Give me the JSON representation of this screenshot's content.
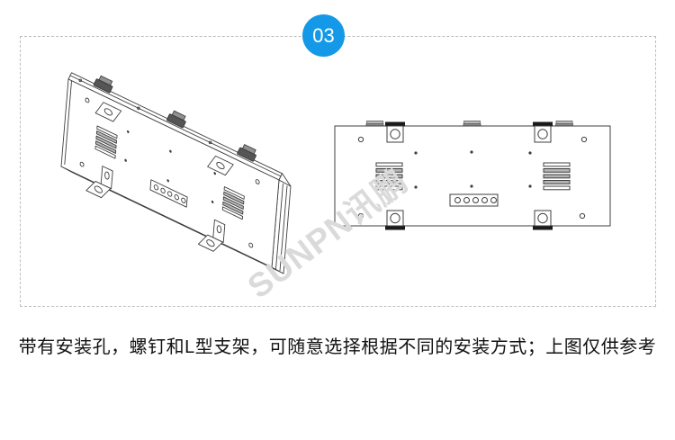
{
  "section": {
    "badge": {
      "number": "03",
      "bg_color": "#1499e8",
      "text_color": "#ffffff"
    },
    "border_color": "#bdbdbd"
  },
  "watermark": {
    "text": "SUNPN讯鹏",
    "color": "#dadada"
  },
  "caption": {
    "text": "带有安装孔，螺钉和L型支架，可随意选择根据不同的安装方式；上图仅供参考"
  },
  "drawings": {
    "line_color": "#3f3f3f",
    "perspective_view": {
      "label": "panel-rear-perspective-view",
      "rail_hooks": 3,
      "l_brackets": 4,
      "vent_grilles": 2,
      "connector_holes": 5,
      "corner_screw_holes": 4,
      "alignment_dots": 6
    },
    "rear_view": {
      "label": "panel-rear-flat-view",
      "top_hooks": 3,
      "bracket_squares": 4,
      "black_mount_tabs": 4,
      "vent_grilles": 2,
      "vent_slats_per_grille": 5,
      "connector_holes": 5,
      "corner_screw_holes": 4,
      "alignment_dots": 6
    }
  }
}
